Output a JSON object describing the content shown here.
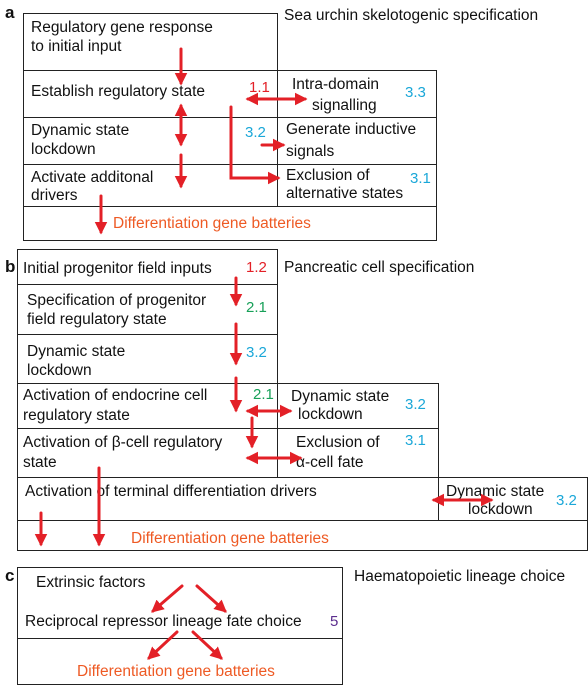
{
  "colors": {
    "arrow": "#e32027",
    "ref_red": "#e32027",
    "ref_green": "#17a058",
    "ref_cyan": "#1aa7d8",
    "ref_purple": "#5b2d8e",
    "batteries": "#ee5a24"
  },
  "a": {
    "panel_label": "a",
    "title": "Sea urchin skelotogenic specification",
    "regulatory_response_l1": "Regulatory gene response",
    "regulatory_response_l2": "to initial input",
    "establish_state": "Establish regulatory state",
    "establish_ref": "1.1",
    "intra_domain_l1": "Intra-domain",
    "intra_domain_l2": "signalling",
    "intra_domain_ref": "3.3",
    "lockdown_l1": "Dynamic state",
    "lockdown_l2": "lockdown",
    "lockdown_ref": "3.2",
    "inductive_l1": "Generate inductive",
    "inductive_l2": "signals",
    "activate_l1": "Activate additonal",
    "activate_l2": "drivers",
    "exclusion_l1": "Exclusion of",
    "exclusion_l2": "alternative states",
    "exclusion_ref": "3.1",
    "batteries": "Differentiation gene batteries"
  },
  "b": {
    "panel_label": "b",
    "title": "Pancreatic cell specification",
    "initial_inputs": "Initial progenitor field inputs",
    "initial_ref": "1.2",
    "spec_l1": "Specification of progenitor",
    "spec_l2": "field regulatory state",
    "spec_ref": "2.1",
    "lockdown_l1": "Dynamic state",
    "lockdown_l2": "lockdown",
    "lockdown_ref": "3.2",
    "endocrine_l1": "Activation of endocrine cell",
    "endocrine_l2": "regulatory state",
    "endocrine_ref": "2.1",
    "endo_lock_l1": "Dynamic state",
    "endo_lock_l2": "lockdown",
    "endo_lock_ref": "3.2",
    "beta_l1": "Activation of β-cell regulatory",
    "beta_l2": "state",
    "excl_l1": "Exclusion of",
    "excl_l2": "α-cell fate",
    "excl_ref": "3.1",
    "terminal": "Activation of terminal differentiation drivers",
    "term_lock_l1": "Dynamic state",
    "term_lock_l2": "lockdown",
    "term_lock_ref": "3.2",
    "batteries": "Differentiation gene batteries"
  },
  "c": {
    "panel_label": "c",
    "title": "Haematopoietic lineage choice",
    "extrinsic": "Extrinsic factors",
    "reciprocal": "Reciprocal repressor lineage fate choice",
    "reciprocal_ref": "5",
    "batteries": "Differentiation gene batteries"
  }
}
